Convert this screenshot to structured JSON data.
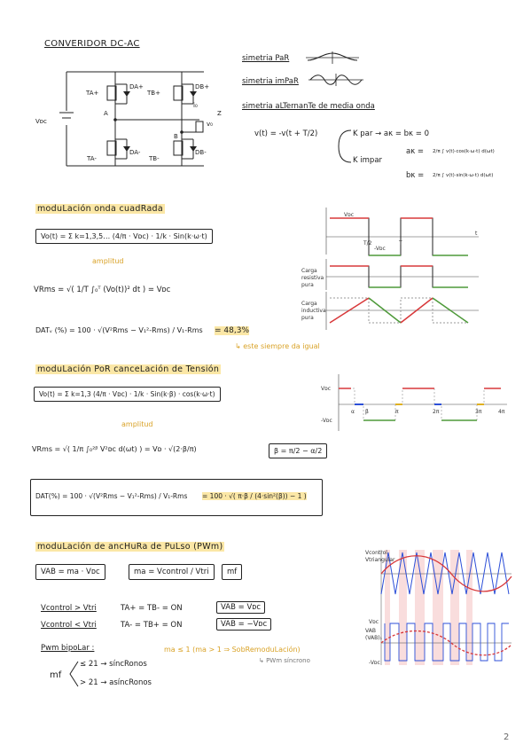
{
  "title": "CONVERIDOR DC-AC",
  "circuit": {
    "vdc": "Vᴅᴄ",
    "labels": [
      "TA+",
      "DA+",
      "TB+",
      "DB+",
      "TA-",
      "DA-",
      "TB-",
      "DB-"
    ],
    "node_a": "A",
    "node_b": "B",
    "io": "i₀",
    "vo": "v₀",
    "z": "Z"
  },
  "symmetry": {
    "par": "simetria PaR",
    "impar": "simetria imPaR",
    "alternante": "simetria aLTernanTe de media onda",
    "eq": "v(t) = -v(t + T/2)",
    "kpar": "K par → aκ = bκ = 0",
    "kimpar": "K impar",
    "ak": "aκ =",
    "bk": "bκ =",
    "ak_formula": "2/π ∫ v(t)·cos(k·ω·t) d(ωt)",
    "bk_formula": "2/π ∫ v(t)·sin(k·ω·t) d(ωt)"
  },
  "square": {
    "heading": "moduLación onda cuadRada",
    "formula": "Vo(t) = Σ k=1,3,5… (4/π · Vᴅᴄ) · 1/k · Sin(k·ω·t)",
    "amplitud": "amplitud",
    "vrms": "VRms = √( 1/T ∫₀ᵀ (Vo(t))² dt ) = Vᴅᴄ",
    "dat": "DATᵥ (%) = 100 · √(V²Rms − V₁²-Rms) / V₁-Rms",
    "dat_result": "= 48,3%",
    "note": "↳ este siempre da igual",
    "graph_labels": {
      "vdc": "Vᴅᴄ",
      "neg_vdc": "-Vᴅᴄ",
      "t0": "T/2",
      "t": "T",
      "res1": "Carga",
      "res2": "resistiva",
      "res3": "pura",
      "ind1": "Carga",
      "ind2": "inductiva",
      "ind3": "pura",
      "t_axis": "t"
    }
  },
  "cancel": {
    "heading": "moduLación PoR canceLación de Tensión",
    "formula": "Vo(t) = Σ k=1,3 (4/π · Vᴅᴄ) · 1/k · Sin(k·β) · cos(k·ω·t)",
    "amplitud": "amplitud",
    "vrms": "VRms = √( 1/π ∫₀²ᵝ V²ᴅᴄ d(ωt) ) = Vᴅ · √(2·β/π)",
    "beta": "β = π/2 − α/2",
    "dat": "DAT(%) = 100 · √(V²Rms − V₁²-Rms) / V₁-Rms",
    "dat_result": "= 100 · √( π·β / (4·sin²(β)) − 1 )",
    "graph_labels": {
      "vdc": "Vᴅᴄ",
      "neg": "-Vᴅᴄ",
      "a": "α",
      "b": "β",
      "pi": "π",
      "twopi": "2π",
      "threepi": "3π",
      "fourpi": "4π"
    }
  },
  "pwm": {
    "heading": "moduLación de ancHuRa de PuLso (PWm)",
    "vab": "VAB = ma · Vᴅᴄ",
    "ma": "ma = Vcontrol / Vtri",
    "mf": "mf",
    "rule1_left": "Vcontrol > Vtri",
    "rule1_mid": "TA+ = TB- = ON",
    "rule1_box": "VAB = Vᴅᴄ",
    "rule2_left": "Vcontrol < Vtri",
    "rule2_mid": "TA- = TB+ = ON",
    "rule2_box": "VAB = −Vᴅᴄ",
    "note1": "ma ≤ 1 (ma > 1 ⇒ SobRemoduLación)",
    "note2": "↳ PWm síncrono",
    "bipolar": "Pwm bipoLar :",
    "mf1": "≤ 21 → síncRonos",
    "mf2": "> 21 → asíncRonos",
    "graph_labels": {
      "vc": "Vcontrol",
      "vt": "Vtriangular",
      "vab": "VAB",
      "vab2": "(VAB)₁",
      "pv": "Vᴅᴄ",
      "nv": "-Vᴅᴄ"
    }
  },
  "page_number": "2",
  "colors": {
    "highlight": "#fbe7a6",
    "note": "#d9a227",
    "red": "#d8383a",
    "green": "#4e9a3a",
    "blue": "#2c4fd8"
  }
}
